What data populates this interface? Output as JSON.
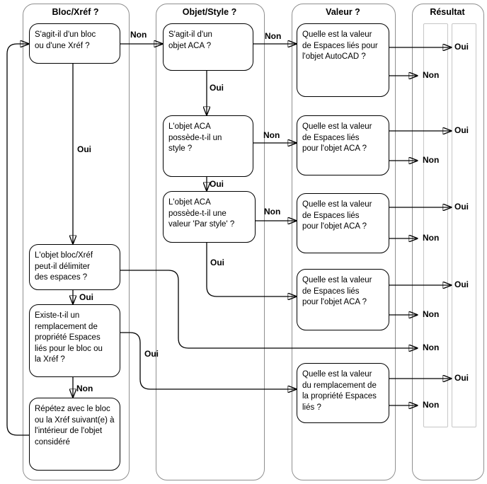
{
  "colors": {
    "background": "#ffffff",
    "line": "#000000",
    "box_border": "#000000",
    "container_border": "#8f8f8f",
    "result_slot_border": "#c6c6c6"
  },
  "columns": [
    {
      "id": "bloc_xref",
      "title": "Bloc/Xréf ?"
    },
    {
      "id": "objet_style",
      "title": "Objet/Style ?"
    },
    {
      "id": "valeur",
      "title": "Valeur ?"
    },
    {
      "id": "resultat",
      "title": "Résultat"
    }
  ],
  "labels": {
    "oui": "Oui",
    "non": "Non"
  },
  "nodes": {
    "q_bloc": {
      "text": "S'agit-il d'un bloc\nou d'une Xréf ?"
    },
    "q_delim": {
      "text": "L'objet bloc/Xréf\npeut-il délimiter\ndes espaces ?"
    },
    "q_rempl": {
      "text": "Existe-t-il un\nremplacement de\npropriété Espaces\nliés pour le bloc ou\nla Xréf ?"
    },
    "repetez": {
      "text": "Répétez avec le bloc\nou la Xréf suivant(e) à\nl'intérieur de l'objet\nconsidéré"
    },
    "q_aca": {
      "text": "S'agit-il d'un\nobjet ACA ?"
    },
    "q_style": {
      "text": "L'objet ACA\npossède-t-il un\nstyle ?"
    },
    "q_parstyle": {
      "text": "L'objet ACA\npossède-t-il une\nvaleur 'Par style' ?"
    },
    "v_autocad": {
      "text": "Quelle est la valeur\nde Espaces liés pour\nl'objet AutoCAD ?"
    },
    "v_aca1": {
      "text": "Quelle est la valeur\nde Espaces liés\npour l'objet ACA ?"
    },
    "v_aca2": {
      "text": "Quelle est la valeur\nde Espaces liés\npour l'objet ACA ?"
    },
    "v_aca3": {
      "text": "Quelle est la valeur\nde Espaces liés\npour l'objet ACA ?"
    },
    "v_rempl": {
      "text": "Quelle est la valeur\ndu remplacement de\nla propriété Espaces\nliés ?"
    }
  }
}
